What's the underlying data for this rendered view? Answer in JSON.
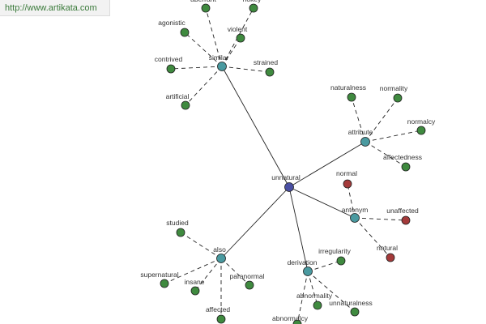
{
  "header": {
    "url_text": "http://www.artikata.com"
  },
  "colors": {
    "center": "#4a4fa3",
    "hub": "#4a9aa0",
    "leaf_green": "#3f8a3f",
    "leaf_red": "#a43a3a",
    "edge": "#222222"
  },
  "graph": {
    "nodes": [
      {
        "id": "unnatural",
        "label": "unnatural",
        "kind": "center"
      },
      {
        "id": "similar",
        "label": "similar",
        "kind": "hub"
      },
      {
        "id": "attribute",
        "label": "attribute",
        "kind": "hub"
      },
      {
        "id": "antonym",
        "label": "antonym",
        "kind": "hub"
      },
      {
        "id": "also",
        "label": "also",
        "kind": "hub"
      },
      {
        "id": "derivation",
        "label": "derivation",
        "kind": "hub"
      },
      {
        "id": "aberrant",
        "label": "aberrant",
        "kind": "leaf_green"
      },
      {
        "id": "hokey",
        "label": "hokey",
        "kind": "leaf_green"
      },
      {
        "id": "agonistic",
        "label": "agonistic",
        "kind": "leaf_green"
      },
      {
        "id": "violent",
        "label": "violent",
        "kind": "leaf_green"
      },
      {
        "id": "contrived",
        "label": "contrived",
        "kind": "leaf_green"
      },
      {
        "id": "strained",
        "label": "strained",
        "kind": "leaf_green"
      },
      {
        "id": "artificial",
        "label": "artificial",
        "kind": "leaf_green"
      },
      {
        "id": "naturalness",
        "label": "naturalness",
        "kind": "leaf_green"
      },
      {
        "id": "normality",
        "label": "normality",
        "kind": "leaf_green"
      },
      {
        "id": "normalcy",
        "label": "normalcy",
        "kind": "leaf_green"
      },
      {
        "id": "affectedness",
        "label": "affectedness",
        "kind": "leaf_green"
      },
      {
        "id": "normal",
        "label": "normal",
        "kind": "leaf_red"
      },
      {
        "id": "unaffected",
        "label": "unaffected",
        "kind": "leaf_red"
      },
      {
        "id": "natural",
        "label": "natural",
        "kind": "leaf_red"
      },
      {
        "id": "studied",
        "label": "studied",
        "kind": "leaf_green"
      },
      {
        "id": "supernatural",
        "label": "supernatural",
        "kind": "leaf_green"
      },
      {
        "id": "insane",
        "label": "insane",
        "kind": "leaf_green"
      },
      {
        "id": "paranormal",
        "label": "paranormal",
        "kind": "leaf_green"
      },
      {
        "id": "affected",
        "label": "affected",
        "kind": "leaf_green"
      },
      {
        "id": "irregularity",
        "label": "irregularity",
        "kind": "leaf_green"
      },
      {
        "id": "abnormality1",
        "label": "abnormality",
        "kind": "leaf_green"
      },
      {
        "id": "unnaturalness",
        "label": "unnaturalness",
        "kind": "leaf_green"
      },
      {
        "id": "abnormalcy",
        "label": "abnormalcy",
        "kind": "leaf_green"
      }
    ],
    "edges": [
      {
        "from": "unnatural",
        "to": "similar",
        "style": "solid"
      },
      {
        "from": "unnatural",
        "to": "attribute",
        "style": "solid"
      },
      {
        "from": "unnatural",
        "to": "antonym",
        "style": "solid"
      },
      {
        "from": "unnatural",
        "to": "also",
        "style": "solid"
      },
      {
        "from": "unnatural",
        "to": "derivation",
        "style": "solid"
      },
      {
        "from": "similar",
        "to": "aberrant",
        "style": "dashed"
      },
      {
        "from": "similar",
        "to": "hokey",
        "style": "dashed"
      },
      {
        "from": "similar",
        "to": "agonistic",
        "style": "dashed"
      },
      {
        "from": "similar",
        "to": "violent",
        "style": "dashed"
      },
      {
        "from": "similar",
        "to": "contrived",
        "style": "dashed"
      },
      {
        "from": "similar",
        "to": "strained",
        "style": "dashed"
      },
      {
        "from": "similar",
        "to": "artificial",
        "style": "dashed"
      },
      {
        "from": "attribute",
        "to": "naturalness",
        "style": "dashed"
      },
      {
        "from": "attribute",
        "to": "normality",
        "style": "dashed"
      },
      {
        "from": "attribute",
        "to": "normalcy",
        "style": "dashed"
      },
      {
        "from": "attribute",
        "to": "affectedness",
        "style": "dashed"
      },
      {
        "from": "antonym",
        "to": "normal",
        "style": "dashed"
      },
      {
        "from": "antonym",
        "to": "unaffected",
        "style": "dashed"
      },
      {
        "from": "antonym",
        "to": "natural",
        "style": "dashed"
      },
      {
        "from": "also",
        "to": "studied",
        "style": "dashed"
      },
      {
        "from": "also",
        "to": "supernatural",
        "style": "dashed"
      },
      {
        "from": "also",
        "to": "insane",
        "style": "dashed"
      },
      {
        "from": "also",
        "to": "paranormal",
        "style": "dashed"
      },
      {
        "from": "also",
        "to": "affected",
        "style": "dashed"
      },
      {
        "from": "derivation",
        "to": "irregularity",
        "style": "dashed"
      },
      {
        "from": "derivation",
        "to": "abnormality1",
        "style": "dashed"
      },
      {
        "from": "derivation",
        "to": "unnaturalness",
        "style": "dashed"
      },
      {
        "from": "derivation",
        "to": "abnormalcy",
        "style": "dashed"
      }
    ]
  }
}
